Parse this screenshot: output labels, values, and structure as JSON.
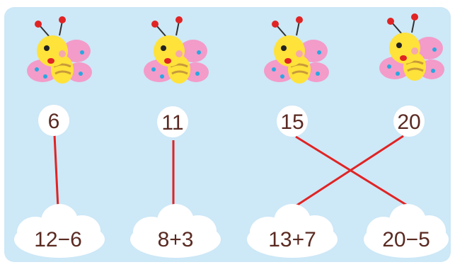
{
  "numbers": [
    "6",
    "11",
    "15",
    "20"
  ],
  "expressions": [
    "12−6",
    "8+3",
    "13+7",
    "20−5"
  ],
  "colors": {
    "background": "#cde8f7",
    "line": "#e02424",
    "text": "#5a2a22"
  }
}
